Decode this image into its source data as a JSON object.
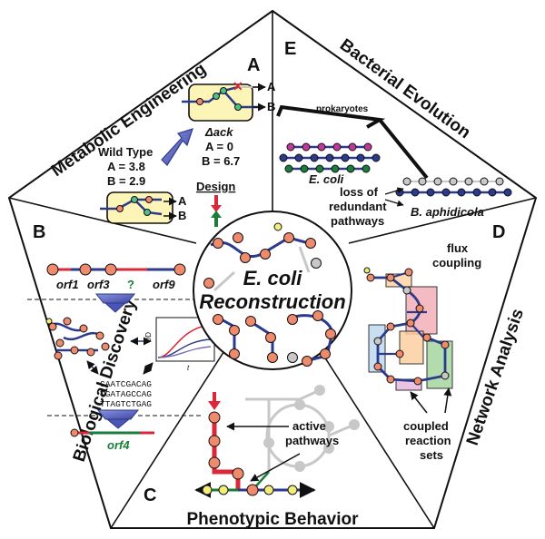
{
  "center": {
    "line1": "E. coli",
    "line2": "Reconstruction"
  },
  "panels": {
    "A": {
      "letter": "A",
      "title": "Metabolic Engineering",
      "wild_type": "Wild Type",
      "wt_a": "A = 3.8",
      "wt_b": "B = 2.9",
      "mutant": "Δack",
      "mut_a": "A = 0",
      "mut_b": "B = 6.7",
      "design": "Design",
      "node_a": "A",
      "node_b": "B"
    },
    "B": {
      "letter": "B",
      "title": "Biological Discovery",
      "orf1": "orf1",
      "orf3": "orf3",
      "unknown": "?",
      "orf9": "orf9",
      "seq1": "CAATCGACAG",
      "seq2": "TGATAGCCAG",
      "seq3": "TTAGTCTGAG",
      "orf4": "orf4",
      "axis_y": "OD",
      "axis_x": "t"
    },
    "C": {
      "letter": "C",
      "title": "Phenotypic Behavior",
      "active_l1": "active",
      "active_l2": "pathways"
    },
    "D": {
      "letter": "D",
      "title": "Network Analysis",
      "flux_l1": "flux",
      "flux_l2": "coupling",
      "coupled_l1": "coupled",
      "coupled_l2": "reaction",
      "coupled_l3": "sets"
    },
    "E": {
      "letter": "E",
      "title": "Bacterial Evolution",
      "prokaryotes": "prokaryotes",
      "ecoli": "E. coli",
      "loss_l1": "loss of",
      "loss_l2": "redundant",
      "loss_l3": "pathways",
      "baph": "B. aphidicola"
    }
  },
  "colors": {
    "node_salmon": "#f08a6c",
    "node_grey": "#c8c8c8",
    "node_navy": "#2b3a8c",
    "node_magenta": "#c0399a",
    "node_green": "#1a7d3a",
    "node_yellow": "#f3ee7a",
    "box_yellow": "#fdf5b8",
    "arrow_blue": "#4a55b5",
    "red": "#d8283a"
  }
}
